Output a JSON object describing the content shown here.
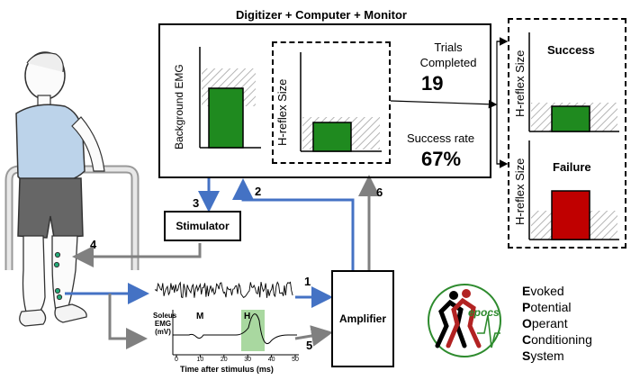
{
  "monitor": {
    "title": "Digitizer + Computer + Monitor",
    "bg_emg_label": "Background EMG",
    "hreflex_label": "H-reflex Size",
    "trials_label_line1": "Trials",
    "trials_label_line2": "Completed",
    "trials_value": "19",
    "success_rate_label": "Success rate",
    "success_rate_value": "67%"
  },
  "feedback": {
    "success_title": "Success",
    "failure_title": "Failure",
    "axis_label": "H-reflex Size"
  },
  "stimulator": {
    "label": "Stimulator"
  },
  "amplifier": {
    "label": "Amplifier"
  },
  "arrows": {
    "a1": "1",
    "a2": "2",
    "a3": "3",
    "a4": "4",
    "a5": "5",
    "a6": "6"
  },
  "emg_plot": {
    "ylabel_line1": "Soleus EMG",
    "ylabel_line2": "(mV)",
    "xlabel": "Time after stimulus (ms)",
    "m_label": "M",
    "h_label": "H",
    "xticks": [
      "0",
      "10",
      "20",
      "30",
      "40",
      "50"
    ]
  },
  "epocs": {
    "logo_text": "epocs",
    "lines": [
      {
        "initial": "E",
        "rest": "voked"
      },
      {
        "initial": "P",
        "rest": "otential"
      },
      {
        "initial": "O",
        "rest": "perant"
      },
      {
        "initial": "C",
        "rest": "onditioning"
      },
      {
        "initial": "S",
        "rest": "ystem"
      }
    ]
  },
  "colors": {
    "green_bar": "#1f8a1f",
    "red_bar": "#c00000",
    "blue_arrow": "#4472c4",
    "gray_arrow": "#808080",
    "h_window": "#a9d8a0",
    "logo_green": "#2e8b2e",
    "logo_red": "#b22222"
  }
}
